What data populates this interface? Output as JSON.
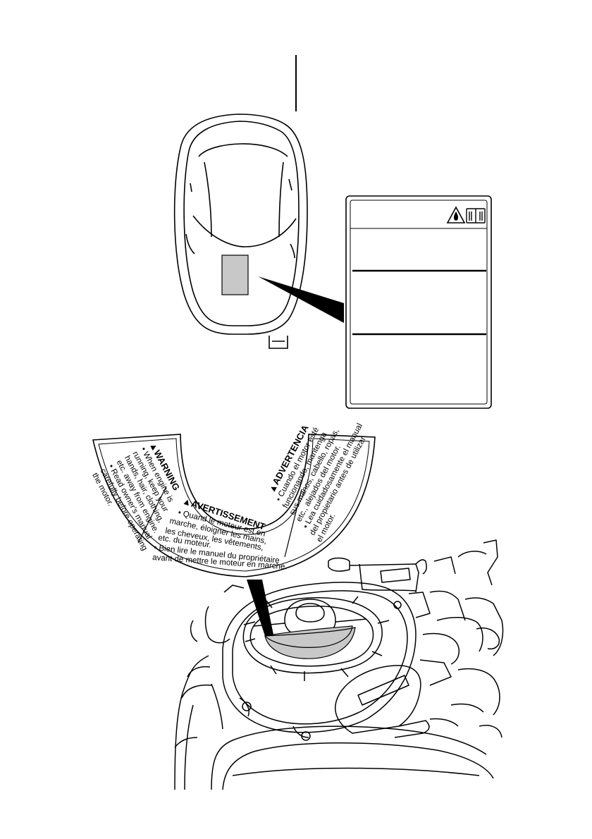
{
  "page": {
    "colors": {
      "ink": "#000000",
      "label_fill": "#c8c8c8",
      "paper": "#ffffff"
    }
  },
  "cowling_label": {
    "icons": [
      "fire-warning-triangle-icon",
      "owners-manual-book-icon"
    ],
    "text_blocks": [
      "",
      "",
      ""
    ]
  },
  "warning_decal": {
    "sections": [
      {
        "heading": "▲WARNING",
        "lines": [
          "• When engine is",
          "running, keep your",
          "hands, hair, clothing,",
          "etc. away from engine.",
          "• Read owner's manual",
          "carefully before operating",
          "the motor."
        ]
      },
      {
        "heading": "▲AVERTISSEMENT",
        "lines": [
          "• Quand le moteur est en",
          "marche, éloigner les mains,",
          "les cheveux, les vêtements,",
          "etc. du moteur.",
          "• Bien lire le manuel du propriétaire",
          "avant de mettre le moteur en marche."
        ]
      },
      {
        "heading": "▲ADVERTENCIA",
        "lines": [
          "• Cuando el motor esté",
          "funcionando, mantenga",
          "sus manos, cabello, ropas,",
          "etc., alejados del motor.",
          "• Lea cuidadosamente el manual",
          "del propietario antes de utilizar",
          "el motor."
        ]
      }
    ]
  }
}
